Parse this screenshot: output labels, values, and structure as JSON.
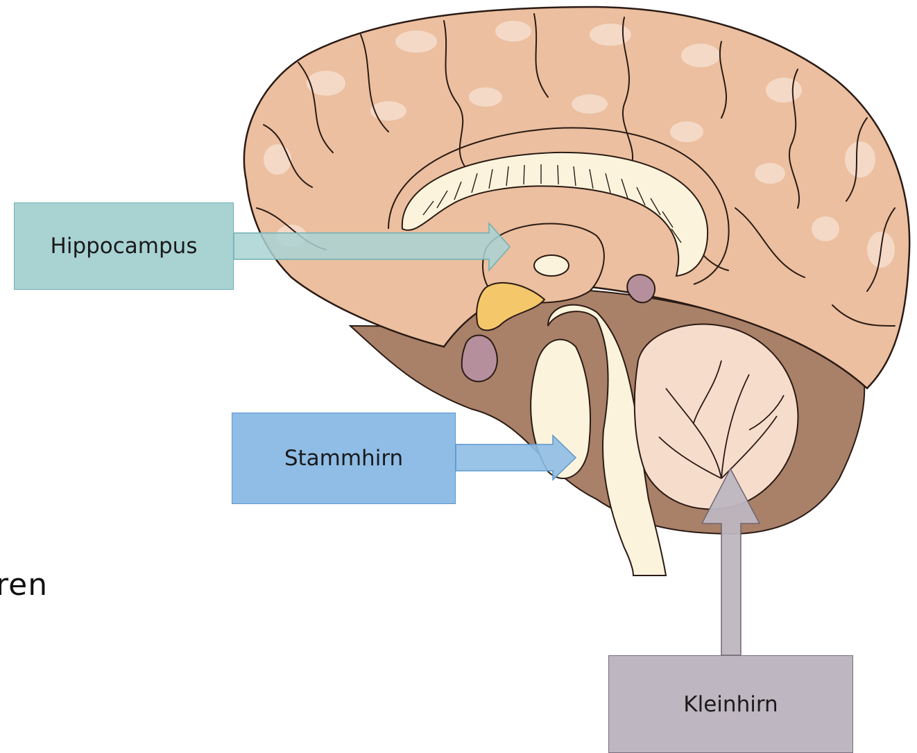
{
  "title": "",
  "left_text_fragment": "ren",
  "labels": {
    "hippocampus": "Hippocampus",
    "stammhirn": "Stammhirn",
    "kleinhirn": "Kleinhirn"
  },
  "colors": {
    "cortex": "#ebbf9f",
    "cortex_highlight": "#f6dccb",
    "lower_brain": "#a98068",
    "cream": "#fbf3dc",
    "hypothalamus_yellow": "#f4c76a",
    "pituitary": "#b58f9c",
    "outline": "#2a1a14",
    "hippocampus_box": "#a9d2d3",
    "stammhirn_box": "#8fbde6",
    "kleinhirn_box": "#beb6c0"
  },
  "icons": [
    "brain-illustration",
    "arrow-right-icon",
    "arrow-up-icon"
  ]
}
